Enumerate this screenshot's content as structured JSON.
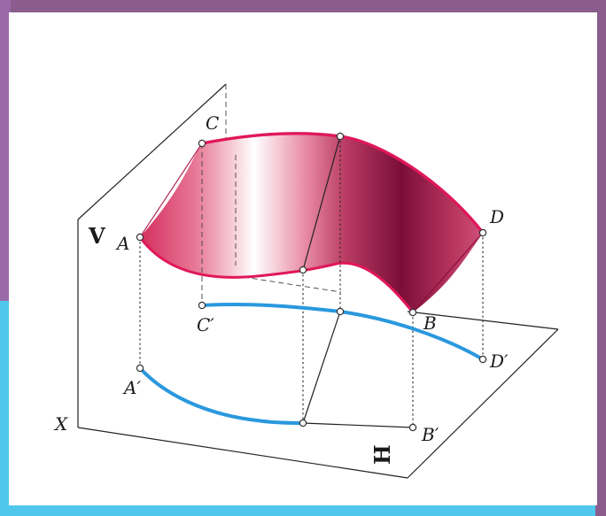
{
  "labels": {
    "point_c": "C",
    "point_a": "A",
    "point_d": "D",
    "point_b": "B",
    "point_c_prime": "C′",
    "point_a_prime": "A′",
    "point_d_prime": "D′",
    "point_b_prime": "B′",
    "axis_x": "X",
    "plane_v": "V",
    "plane_h": "H"
  },
  "colors": {
    "surface_edge": "#e0185a",
    "surface_dark": "#7a0a33",
    "surface_light": "#ffffff",
    "projection_curve": "#2a98de",
    "frame_left": "#9a6aa8",
    "frame_top": "#8a5d8e",
    "frame_cyan": "#4fc7ec"
  }
}
